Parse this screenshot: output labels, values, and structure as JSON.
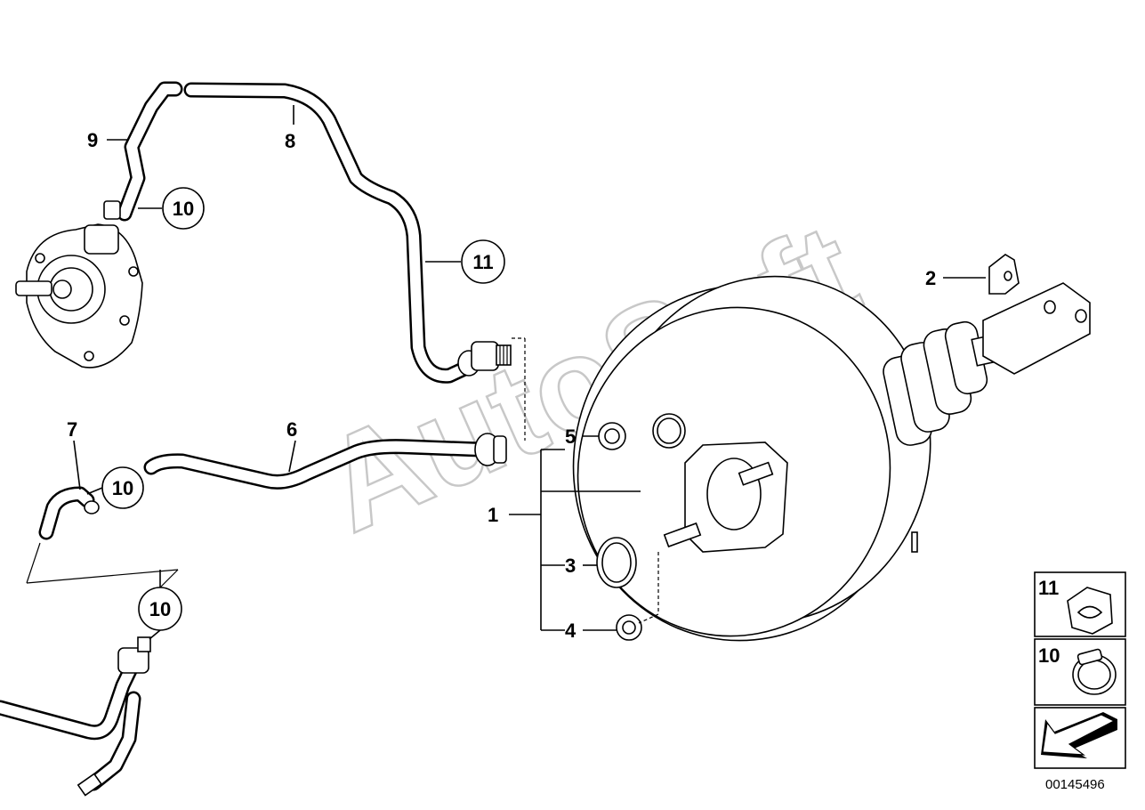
{
  "labels": {
    "l1": "1",
    "l2": "2",
    "l3": "3",
    "l4": "4",
    "l5": "5",
    "l6": "6",
    "l7": "7",
    "l8": "8",
    "l9": "9"
  },
  "circled": {
    "c10a": "10",
    "c10b": "10",
    "c10c": "10",
    "c11": "11"
  },
  "legend": {
    "item11": "11",
    "item10": "10"
  },
  "watermark": "AutoSoft",
  "diagram_code": "00145496"
}
